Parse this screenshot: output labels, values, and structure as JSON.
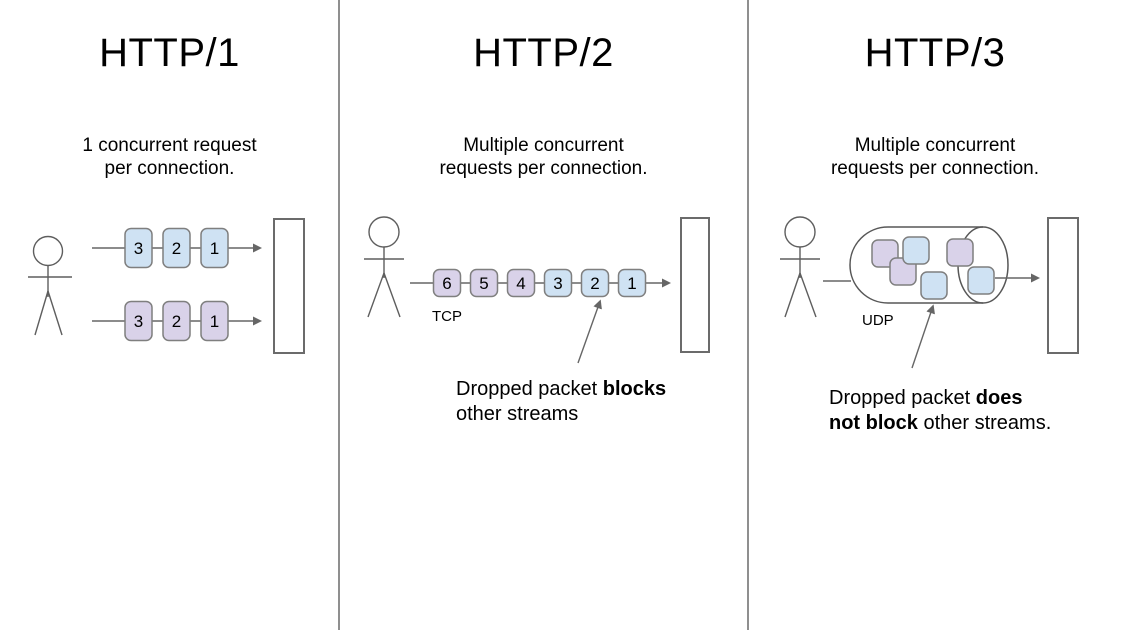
{
  "colors": {
    "packet_blue": "#cfe2f3",
    "packet_purple": "#d9d2e9",
    "packet_border": "#7f7f7f",
    "line_gray": "#666666",
    "divider_gray": "#8f8f8f"
  },
  "http1": {
    "title": "HTTP/1",
    "subtitle": "1 concurrent request\nper connection.",
    "row1_packets": [
      "3",
      "2",
      "1"
    ],
    "row2_packets": [
      "3",
      "2",
      "1"
    ]
  },
  "http2": {
    "title": "HTTP/2",
    "subtitle": "Multiple concurrent\nrequests per connection.",
    "transport_label": "TCP",
    "packets": [
      "6",
      "5",
      "4",
      "3",
      "2",
      "1"
    ],
    "annotation": {
      "line1_pre": "Dropped packet ",
      "line1_bold": "blocks",
      "line2_bold": "",
      "line2_post": "other streams"
    }
  },
  "http3": {
    "title": "HTTP/3",
    "subtitle": "Multiple concurrent\nrequests per connection.",
    "transport_label": "UDP",
    "annotation": {
      "line1_pre": "Dropped packet ",
      "line1_bold": "does",
      "line2_bold": "not block",
      "line2_post": " other streams."
    }
  }
}
